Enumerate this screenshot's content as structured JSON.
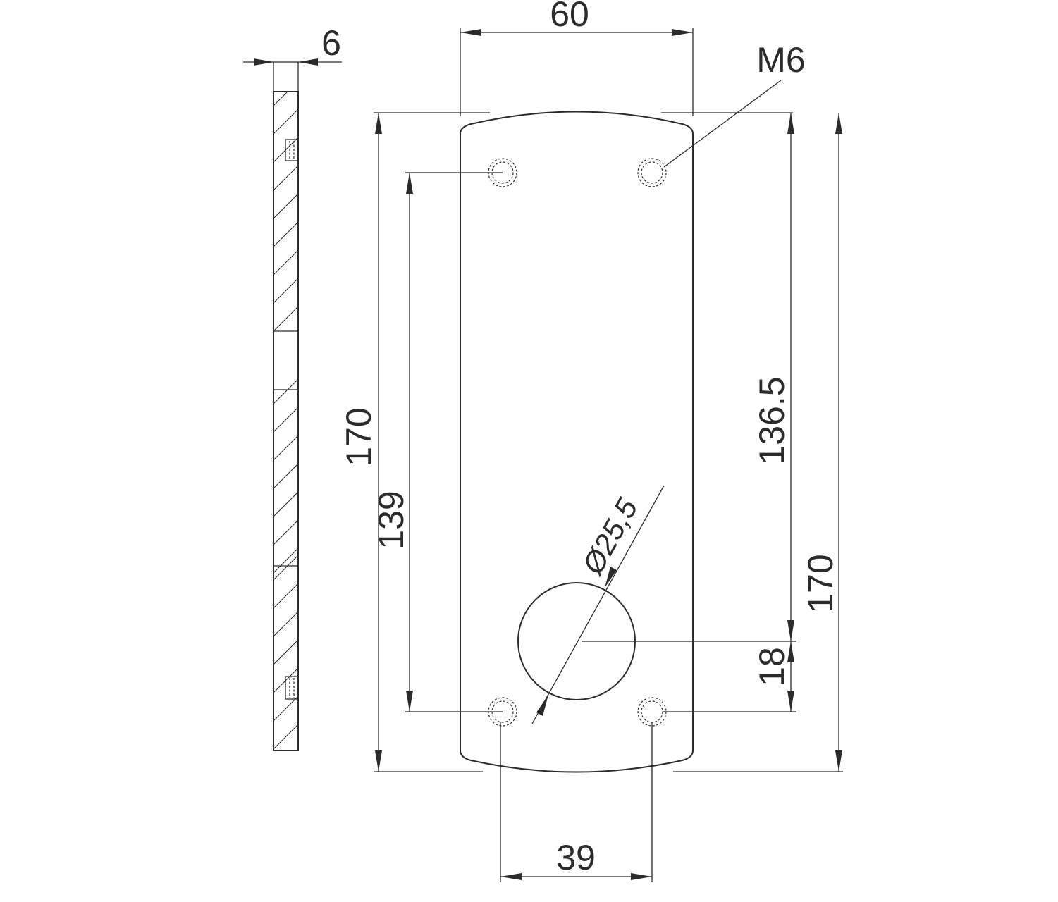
{
  "dimensions": {
    "thickness": "6",
    "plate_width": "60",
    "thread": "M6",
    "height_left": "170",
    "hole_spacing_vertical": "139",
    "height_to_hole_center": "136.5",
    "height_right": "170",
    "offset_lower": "18",
    "hole_spacing_horizontal": "39",
    "diameter": "Ø25,5"
  }
}
